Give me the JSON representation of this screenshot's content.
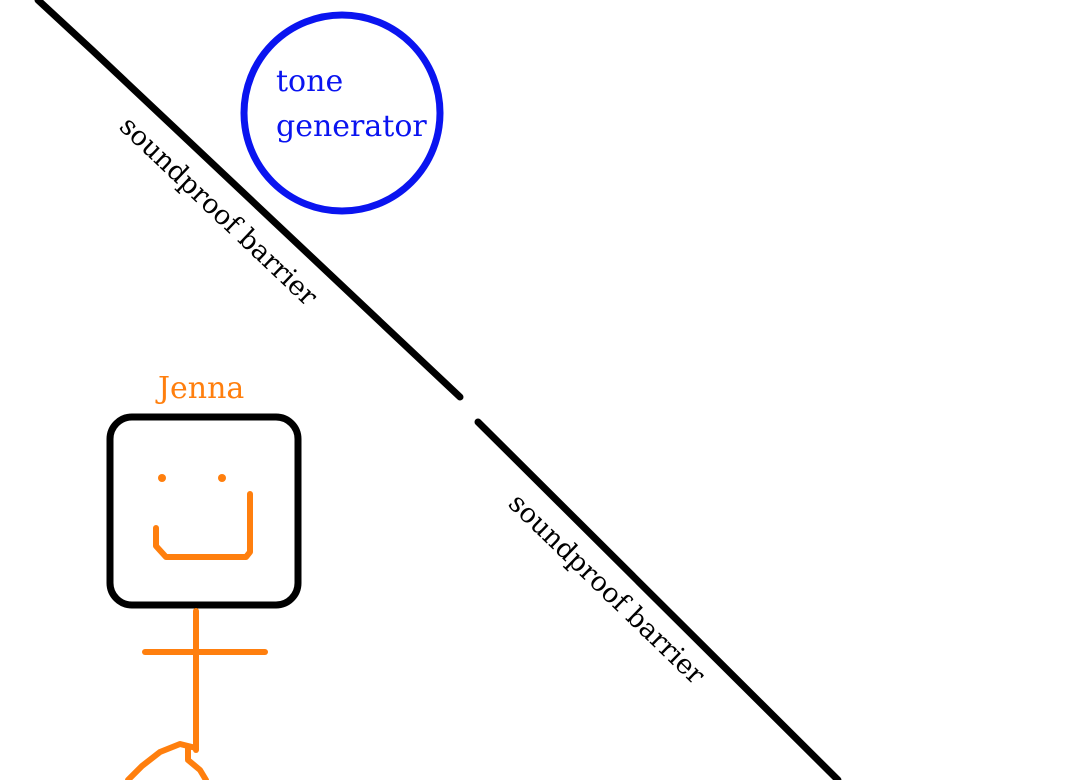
{
  "diagram": {
    "barrier": {
      "label_upper": "soundproof barrier",
      "label_lower": "soundproof barrier",
      "color": "#000000"
    },
    "tone_generator": {
      "line1": "tone",
      "line2": "generator",
      "color": "#0a14f0"
    },
    "person": {
      "name": "Jenna",
      "color": "#ff7f0e",
      "head_outline_color": "#000000"
    }
  }
}
